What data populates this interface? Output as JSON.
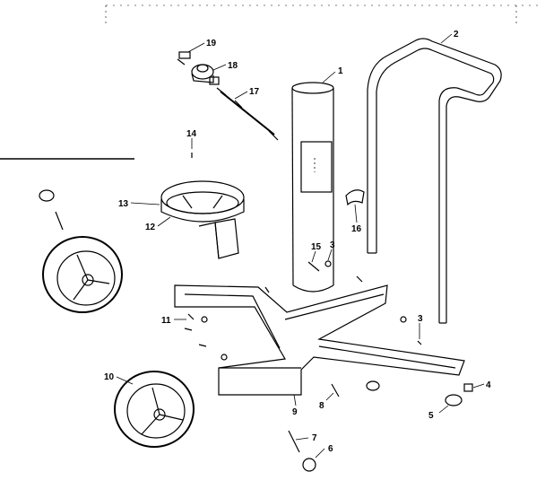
{
  "callouts": [
    {
      "id": "c19",
      "text": "19"
    },
    {
      "id": "c18",
      "text": "18"
    },
    {
      "id": "c17",
      "text": "17"
    },
    {
      "id": "c1",
      "text": "1"
    },
    {
      "id": "c2",
      "text": "2"
    },
    {
      "id": "c14",
      "text": "14"
    },
    {
      "id": "c13",
      "text": "13"
    },
    {
      "id": "c12",
      "text": "12"
    },
    {
      "id": "c16",
      "text": "16"
    },
    {
      "id": "c15",
      "text": "15"
    },
    {
      "id": "c3a",
      "text": "3"
    },
    {
      "id": "c3b",
      "text": "3"
    },
    {
      "id": "c11",
      "text": "11"
    },
    {
      "id": "c10",
      "text": "10"
    },
    {
      "id": "c9",
      "text": "9"
    },
    {
      "id": "c8",
      "text": "8"
    },
    {
      "id": "c4",
      "text": "4"
    },
    {
      "id": "c5",
      "text": "5"
    },
    {
      "id": "c7",
      "text": "7"
    },
    {
      "id": "c6",
      "text": "6"
    }
  ]
}
